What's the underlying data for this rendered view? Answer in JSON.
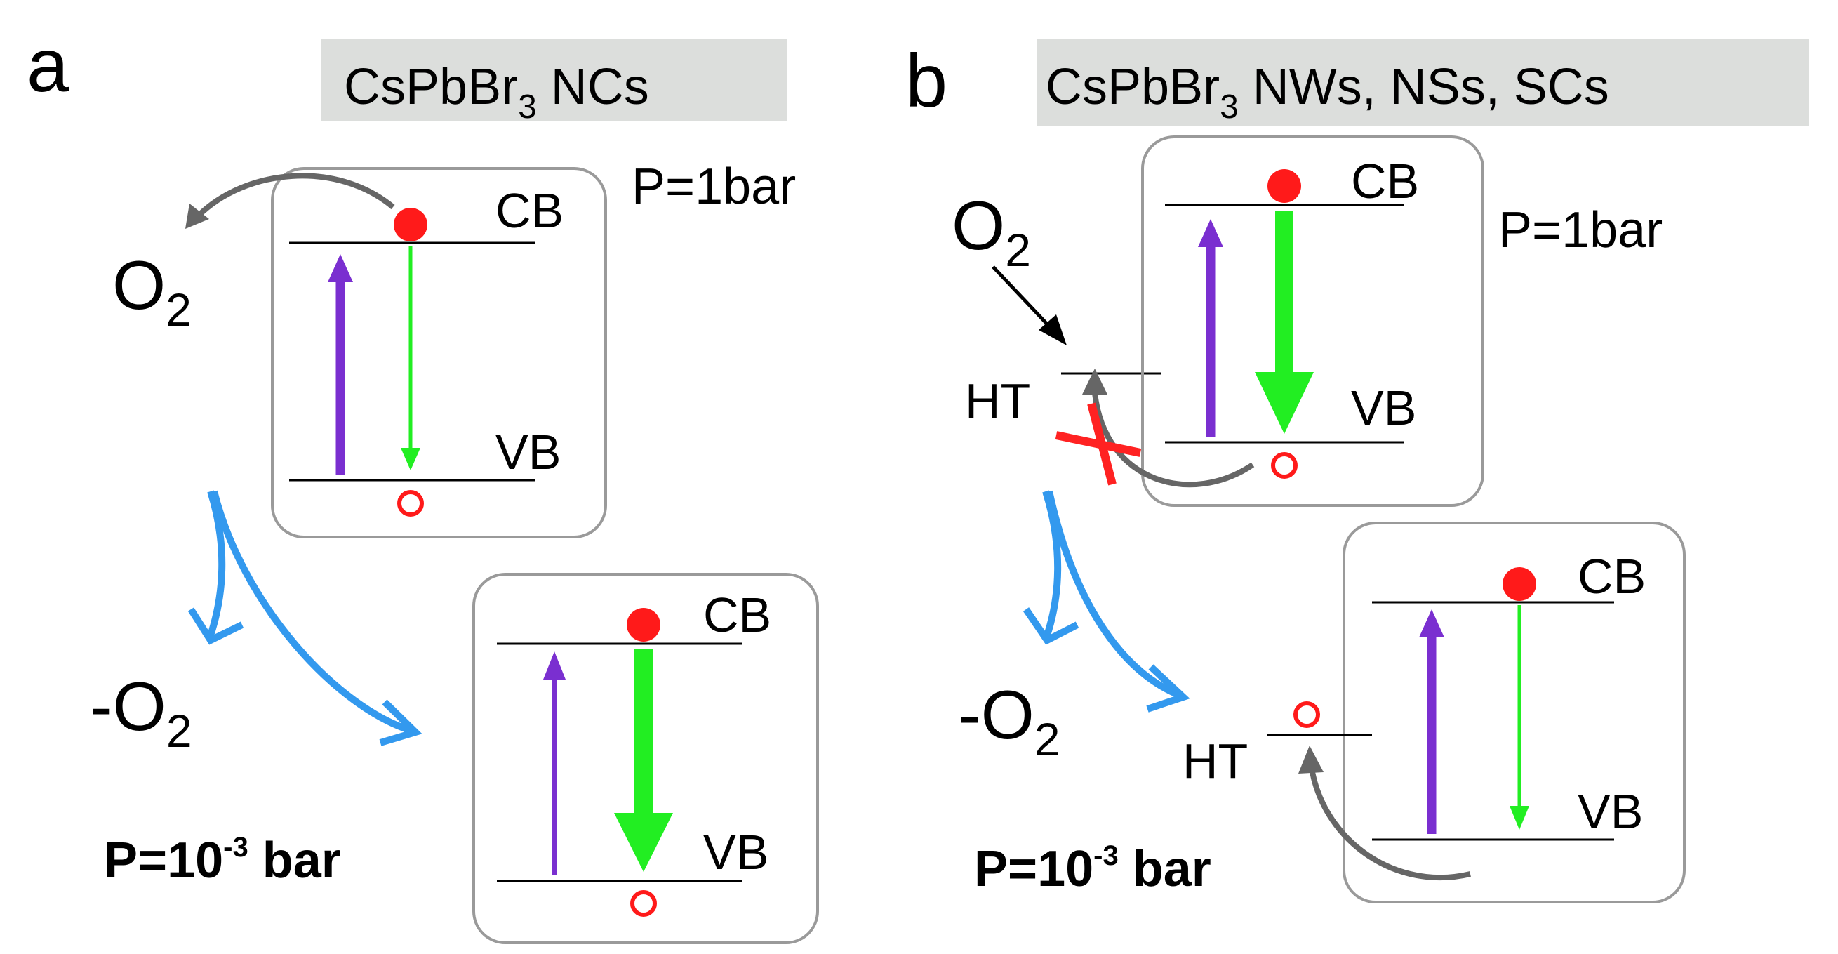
{
  "panel_a": {
    "letter": "a",
    "tag": {
      "main": "CsPbBr",
      "sub": "3",
      "tail": " NCs"
    },
    "pressure_high": "P=1bar",
    "pressure_low": {
      "main": "P=10",
      "sup": "-3",
      "tail": " bar"
    },
    "o2": {
      "main": "O",
      "sub": "2"
    },
    "minus_o2": {
      "main": "-O",
      "sub": "2"
    },
    "cb": "CB",
    "vb": "VB"
  },
  "panel_b": {
    "letter": "b",
    "tag": {
      "main": "CsPbBr",
      "sub": "3",
      "tail": " NWs, NSs, SCs"
    },
    "pressure_high": "P=1bar",
    "pressure_low": {
      "main": "P=10",
      "sup": "-3",
      "tail": " bar"
    },
    "o2": {
      "main": "O",
      "sub": "2"
    },
    "minus_o2": {
      "main": "-O",
      "sub": "2"
    },
    "cb": "CB",
    "vb": "VB",
    "ht": "HT"
  },
  "colors": {
    "excitation": "#7a2fd0",
    "emission": "#22ee22",
    "electron": "#ff1a1a",
    "hole": "#ff1a1a",
    "process_arrow": "#3399ee",
    "transfer_arrow": "#666666",
    "blocked": "#ff2222",
    "box_border": "#9a9a9a",
    "tag_background": "#dcdedc"
  }
}
